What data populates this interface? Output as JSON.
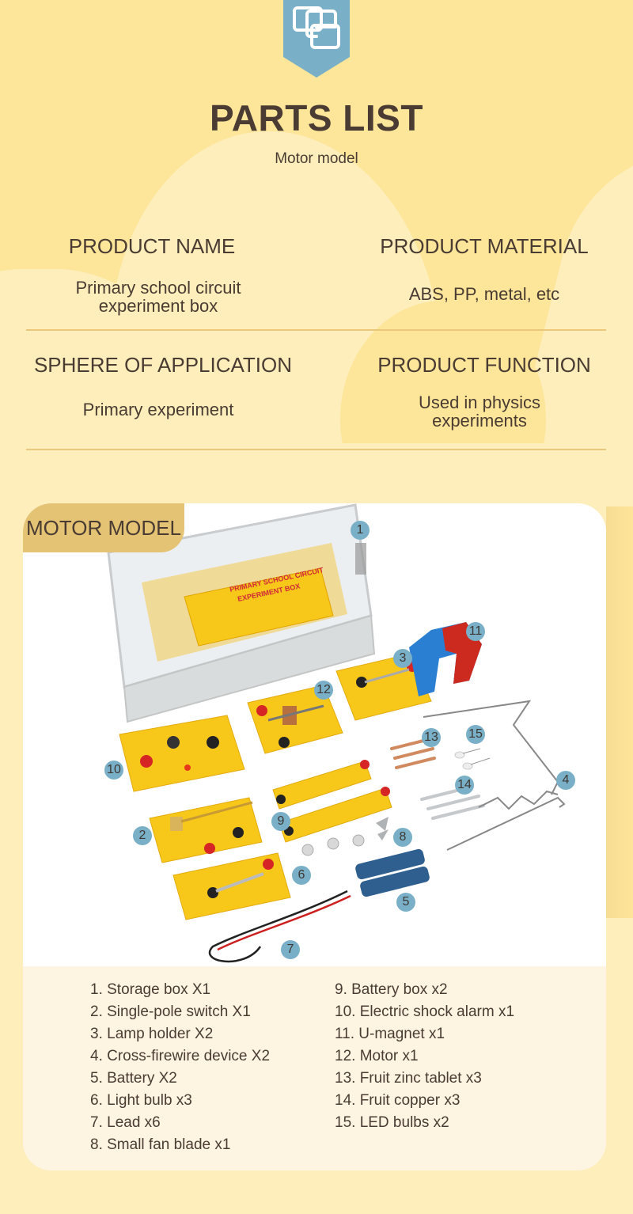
{
  "header": {
    "icon": "linked-squares-icon",
    "title": "PARTS LIST",
    "subtitle": "Motor model"
  },
  "specs": [
    {
      "label": "PRODUCT NAME",
      "value_lines": [
        "Primary school circuit",
        "experiment box"
      ]
    },
    {
      "label": "PRODUCT MATERIAL",
      "value_lines": [
        "ABS, PP, metal, etc"
      ]
    },
    {
      "label": "SPHERE OF APPLICATION",
      "value_lines": [
        "Primary experiment"
      ]
    },
    {
      "label": "PRODUCT FUNCTION",
      "value_lines": [
        "Used in physics",
        "experiments"
      ]
    }
  ],
  "card": {
    "tab_label": "MOTOR MODEL",
    "box_label_lines": [
      "PRIMARY SCHOOL CIRCUIT",
      "EXPERIMENT BOX"
    ],
    "callouts": [
      "1",
      "2",
      "3",
      "4",
      "5",
      "6",
      "7",
      "8",
      "9",
      "10",
      "11",
      "12",
      "13",
      "14",
      "15"
    ],
    "parts_left": [
      "1. Storage box X1",
      "2. Single-pole switch X1",
      "3. Lamp holder X2",
      "4. Cross-firewire device X2",
      "5. Battery X2",
      "6. Light bulb x3",
      "7. Lead x6",
      "8. Small fan blade x1"
    ],
    "parts_right": [
      "9. Battery box x2",
      "10. Electric shock alarm x1",
      "11. U-magnet x1",
      "12. Motor x1",
      "13. Fruit zinc tablet x3",
      "14. Fruit copper x3",
      "15. LED bulbs x2"
    ]
  },
  "colors": {
    "background": "#fdeebb",
    "background_top": "#fde59a",
    "badge_blue": "#7ab0c7",
    "tab_gold": "#e4c374",
    "divider": "#eac77a",
    "text": "#4a3c33",
    "list_bg": "#fdf4e2",
    "part_yellow": "#f7c81a"
  }
}
